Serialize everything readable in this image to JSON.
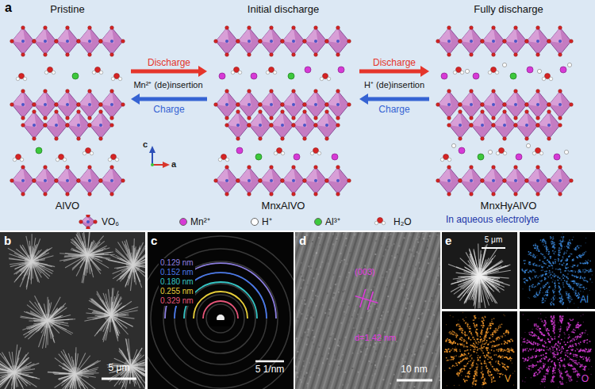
{
  "diagram": {
    "nodes": [
      {
        "text": [
          "Pristine",
          "AlVO"
        ]
      },
      {
        "text": [
          "Initial discharge",
          "MnxAlVO"
        ]
      },
      {
        "text": [
          "Fully discharge",
          "MnxHyAlVO"
        ]
      }
    ],
    "edges": [
      {
        "from": 0,
        "to": 1,
        "arrow": "to",
        "label": "Discharge"
      },
      {
        "from": 1,
        "to": 0,
        "arrow": "to",
        "label": "Charge"
      },
      {
        "from": 1,
        "to": 2,
        "arrow": "to",
        "label": "Discharge"
      },
      {
        "from": 2,
        "to": 1,
        "arrow": "to",
        "label": "Charge"
      }
    ],
    "labels": [
      "a",
      "Mn²⁺ (de)insertion",
      "H⁺ (de)insertion",
      "c",
      "a",
      "In aqueous electrolyte",
      "b",
      "5 μm",
      "c",
      "0.129 nm",
      "0.152 nm",
      "0.180 nm",
      "0.255 nm",
      "0.329 nm",
      "5 1/nm",
      "d",
      "(003)",
      "d=1.42 nm",
      "10 nm",
      "e",
      "5 μm",
      "Al",
      "V",
      "O"
    ],
    "legend": [
      {
        "text": "VO₆"
      },
      {
        "text": "Mn²⁺",
        "color": "#d63ad6"
      },
      {
        "text": "H⁺",
        "color": "#ffffff"
      },
      {
        "text": "Al³⁺",
        "color": "#3cc83c"
      },
      {
        "text": "H₂O"
      }
    ]
  }
}
